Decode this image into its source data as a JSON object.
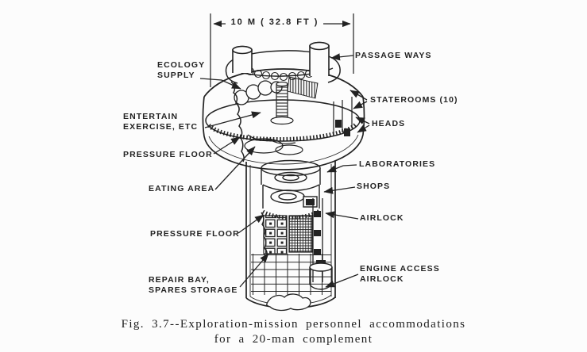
{
  "figure": {
    "dimension_label": "10 M ( 32.8 FT )",
    "caption_line1": "Fig. 3.7--Exploration-mission personnel accommodations",
    "caption_line2": "for a 20-man complement"
  },
  "labels": {
    "passage_ways": "PASSAGE WAYS",
    "ecology_supply_line1": "ECOLOGY",
    "ecology_supply_line2": "SUPPLY",
    "entertain_line1": "ENTERTAIN",
    "entertain_line2": "EXERCISE, ETC",
    "pressure_floor_upper": "PRESSURE FLOOR",
    "eating_area": "EATING AREA",
    "staterooms": "STATEROOMS (10)",
    "heads": "HEADS",
    "laboratories": "LABORATORIES",
    "shops": "SHOPS",
    "airlock": "AIRLOCK",
    "engine_access_line1": "ENGINE ACCESS",
    "engine_access_line2": "AIRLOCK",
    "pressure_floor_lower": "PRESSURE FLOOR",
    "repair_bay_line1": "REPAIR BAY,",
    "repair_bay_line2": "SPARES STORAGE"
  },
  "colors": {
    "ink": "#222222",
    "paper": "#fcfcfc"
  }
}
